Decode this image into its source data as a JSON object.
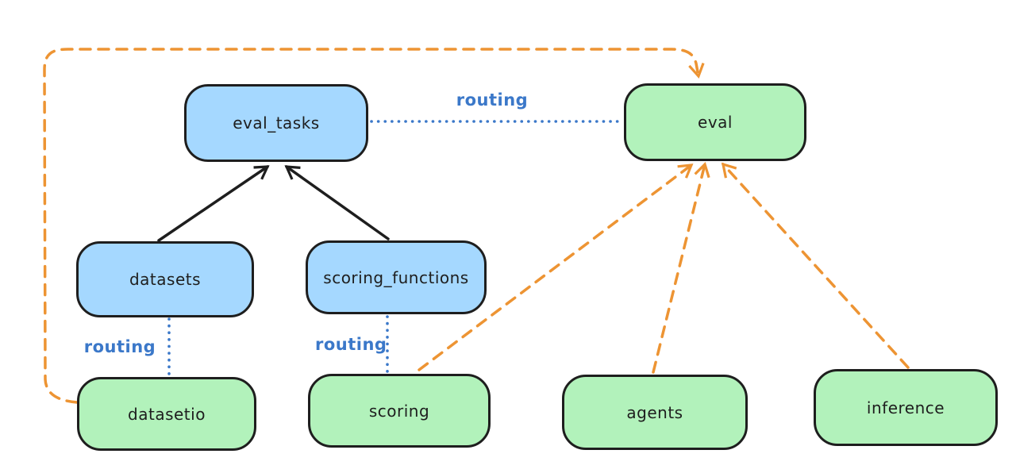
{
  "diagram": {
    "colors": {
      "blue_fill": "#a5d8ff",
      "green_fill": "#b2f2bb",
      "stroke": "#1e1e1e",
      "routing_blue": "#3b78c9",
      "orange": "#ed9433"
    },
    "nodes": [
      {
        "id": "eval_tasks",
        "label": "eval_tasks",
        "color": "blue"
      },
      {
        "id": "eval",
        "label": "eval",
        "color": "green"
      },
      {
        "id": "datasets",
        "label": "datasets",
        "color": "blue"
      },
      {
        "id": "scoring_functions",
        "label": "scoring_functions",
        "color": "blue"
      },
      {
        "id": "datasetio",
        "label": "datasetio",
        "color": "green"
      },
      {
        "id": "scoring",
        "label": "scoring",
        "color": "green"
      },
      {
        "id": "agents",
        "label": "agents",
        "color": "green"
      },
      {
        "id": "inference",
        "label": "inference",
        "color": "green"
      }
    ],
    "edges": [
      {
        "from": "eval_tasks",
        "to": "eval",
        "label": "routing",
        "style": "dotted-blue"
      },
      {
        "from": "datasets",
        "to": "datasetio",
        "label": "routing",
        "style": "dotted-blue"
      },
      {
        "from": "scoring_functions",
        "to": "scoring",
        "label": "routing",
        "style": "dotted-blue"
      },
      {
        "from": "datasets",
        "to": "eval_tasks",
        "label": "",
        "style": "solid-black-arrow"
      },
      {
        "from": "scoring_functions",
        "to": "eval_tasks",
        "label": "",
        "style": "solid-black-arrow"
      },
      {
        "from": "datasetio",
        "to": "eval",
        "label": "",
        "style": "dashed-orange-arrow"
      },
      {
        "from": "scoring",
        "to": "eval",
        "label": "",
        "style": "dashed-orange-arrow"
      },
      {
        "from": "agents",
        "to": "eval",
        "label": "",
        "style": "dashed-orange-arrow"
      },
      {
        "from": "inference",
        "to": "eval",
        "label": "",
        "style": "dashed-orange-arrow"
      }
    ]
  }
}
